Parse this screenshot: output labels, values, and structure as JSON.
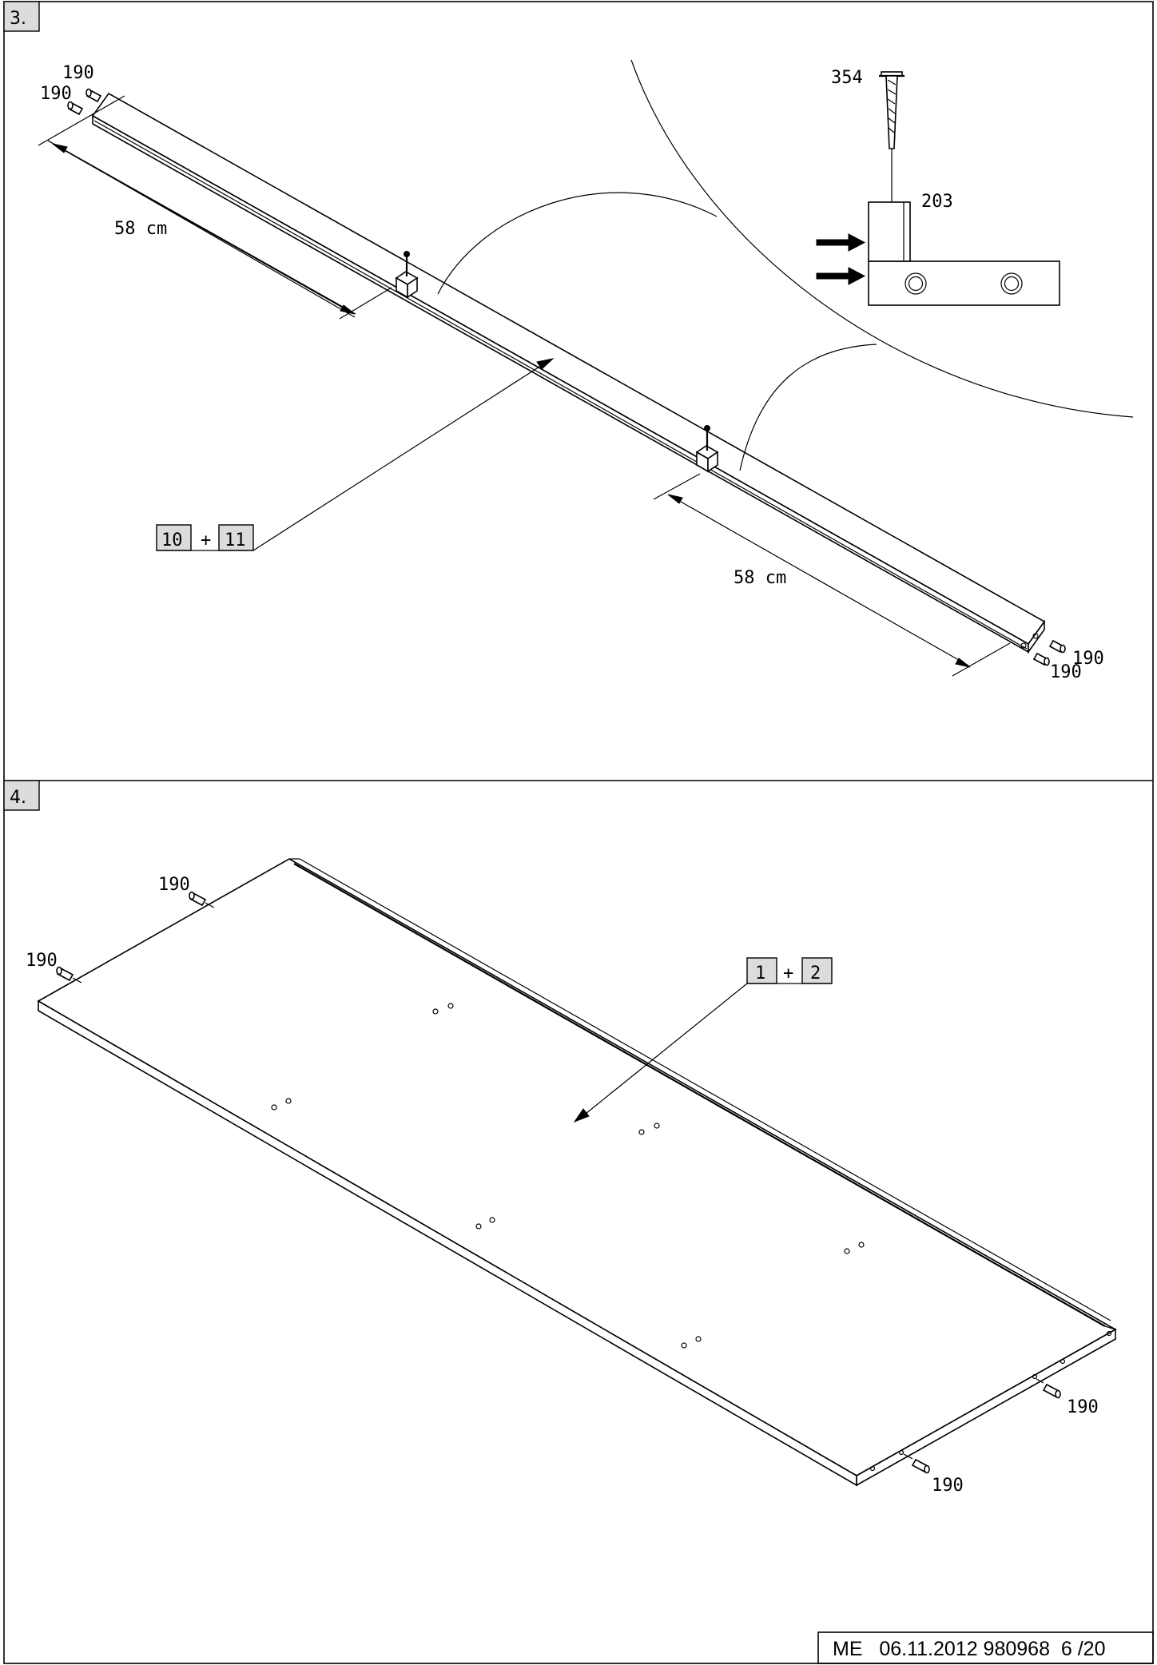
{
  "steps": [
    {
      "number": "3.",
      "parts": [
        {
          "label": "190"
        },
        {
          "label": "190"
        },
        {
          "label": "190"
        },
        {
          "label": "190"
        }
      ],
      "dimensions": [
        "58 cm",
        "58 cm"
      ],
      "panel_ref": {
        "first": "10",
        "plus": "+",
        "second": "11"
      },
      "detail": {
        "screw": "354",
        "block": "203"
      }
    },
    {
      "number": "4.",
      "parts": [
        {
          "label": "190"
        },
        {
          "label": "190"
        },
        {
          "label": "190"
        },
        {
          "label": "190"
        }
      ],
      "panel_ref": {
        "first": "1",
        "plus": "+",
        "second": "2"
      }
    }
  ],
  "footer": {
    "code": "ME   06.11.2012 980968  6 /20"
  }
}
